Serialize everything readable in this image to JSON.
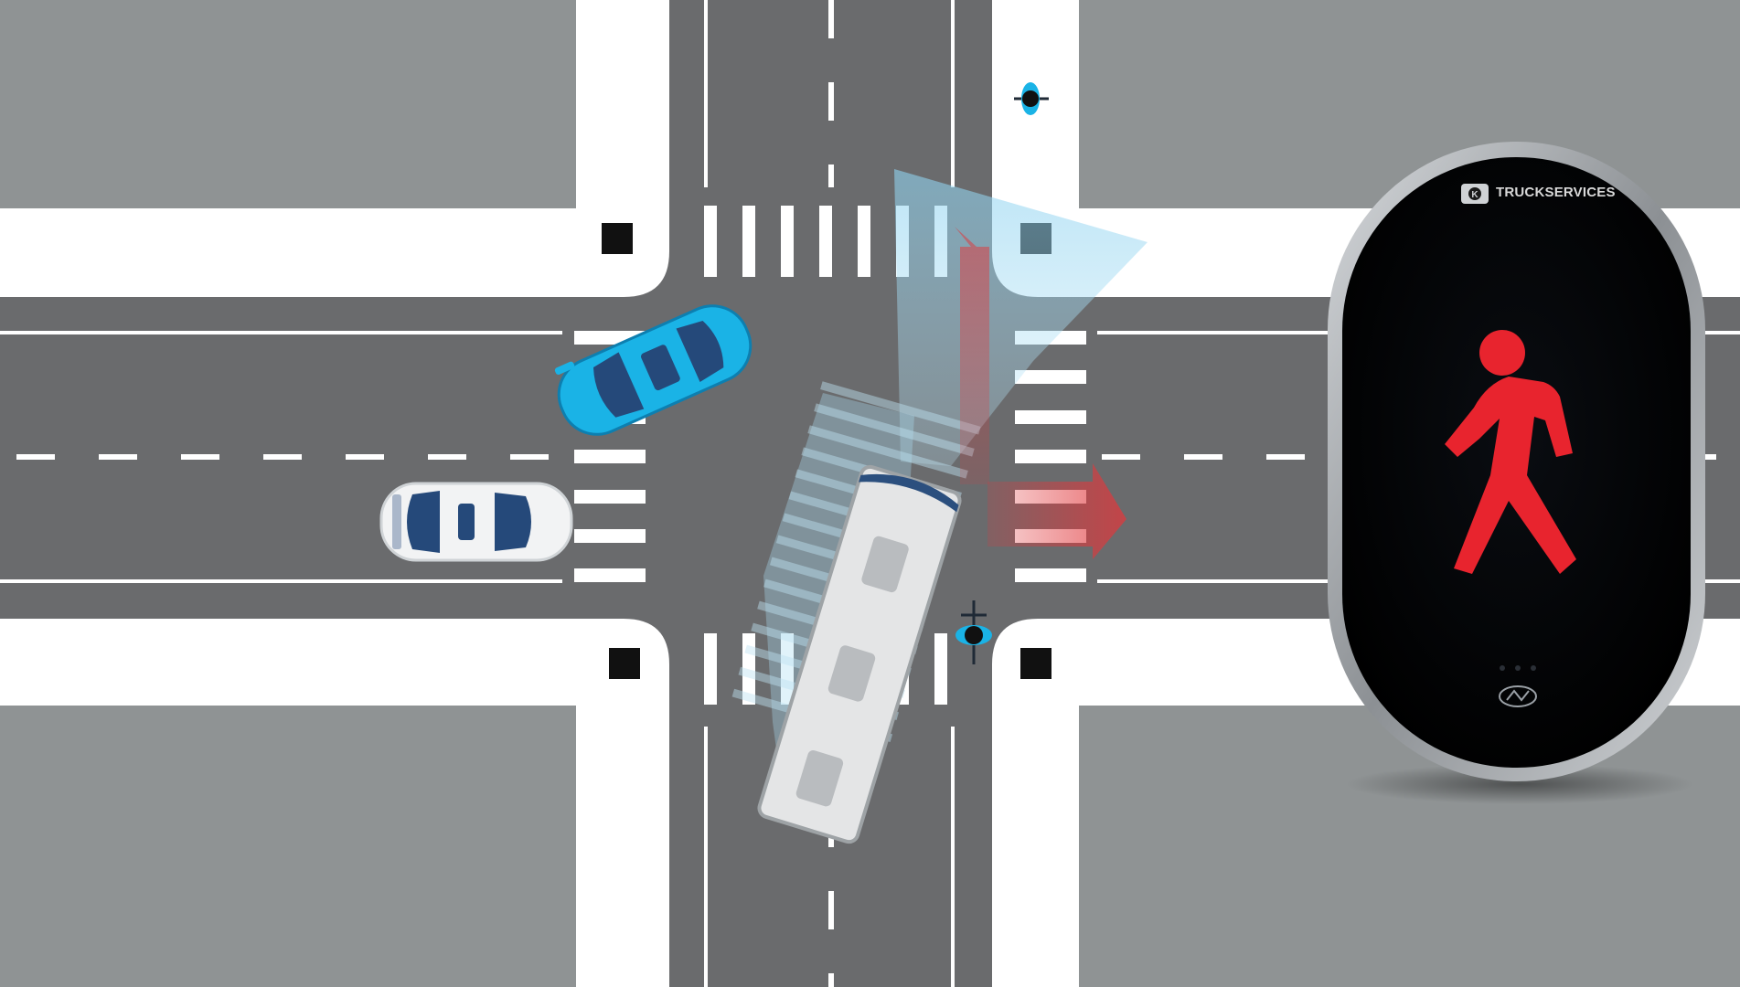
{
  "scene": {
    "description_free": true,
    "colors": {
      "block_gray": "#8f9394",
      "sidewalk": "#ffffff",
      "asphalt": "#6a6b6d",
      "marking": "#ffffff",
      "car_blue": "#1ab3e6",
      "car_white": "#f2f3f4",
      "car_glass": "#25497a",
      "bus_body": "#e4e5e6",
      "sensor_blue": "#a8dcf2",
      "arrow_red": "#e0383c",
      "signal_housing": "#000000",
      "signal_rim": "#b9bcbf",
      "pedestrian_red": "#e8242e"
    }
  },
  "vehicles": {
    "car_1_color": "blue",
    "car_2_color": "white",
    "bus_color": "white",
    "cyclists": 2
  },
  "signal": {
    "brand_label": "TRUCKSERVICES",
    "logo_mark": "K",
    "state": "red",
    "figure": "pedestrian-walking-icon"
  }
}
